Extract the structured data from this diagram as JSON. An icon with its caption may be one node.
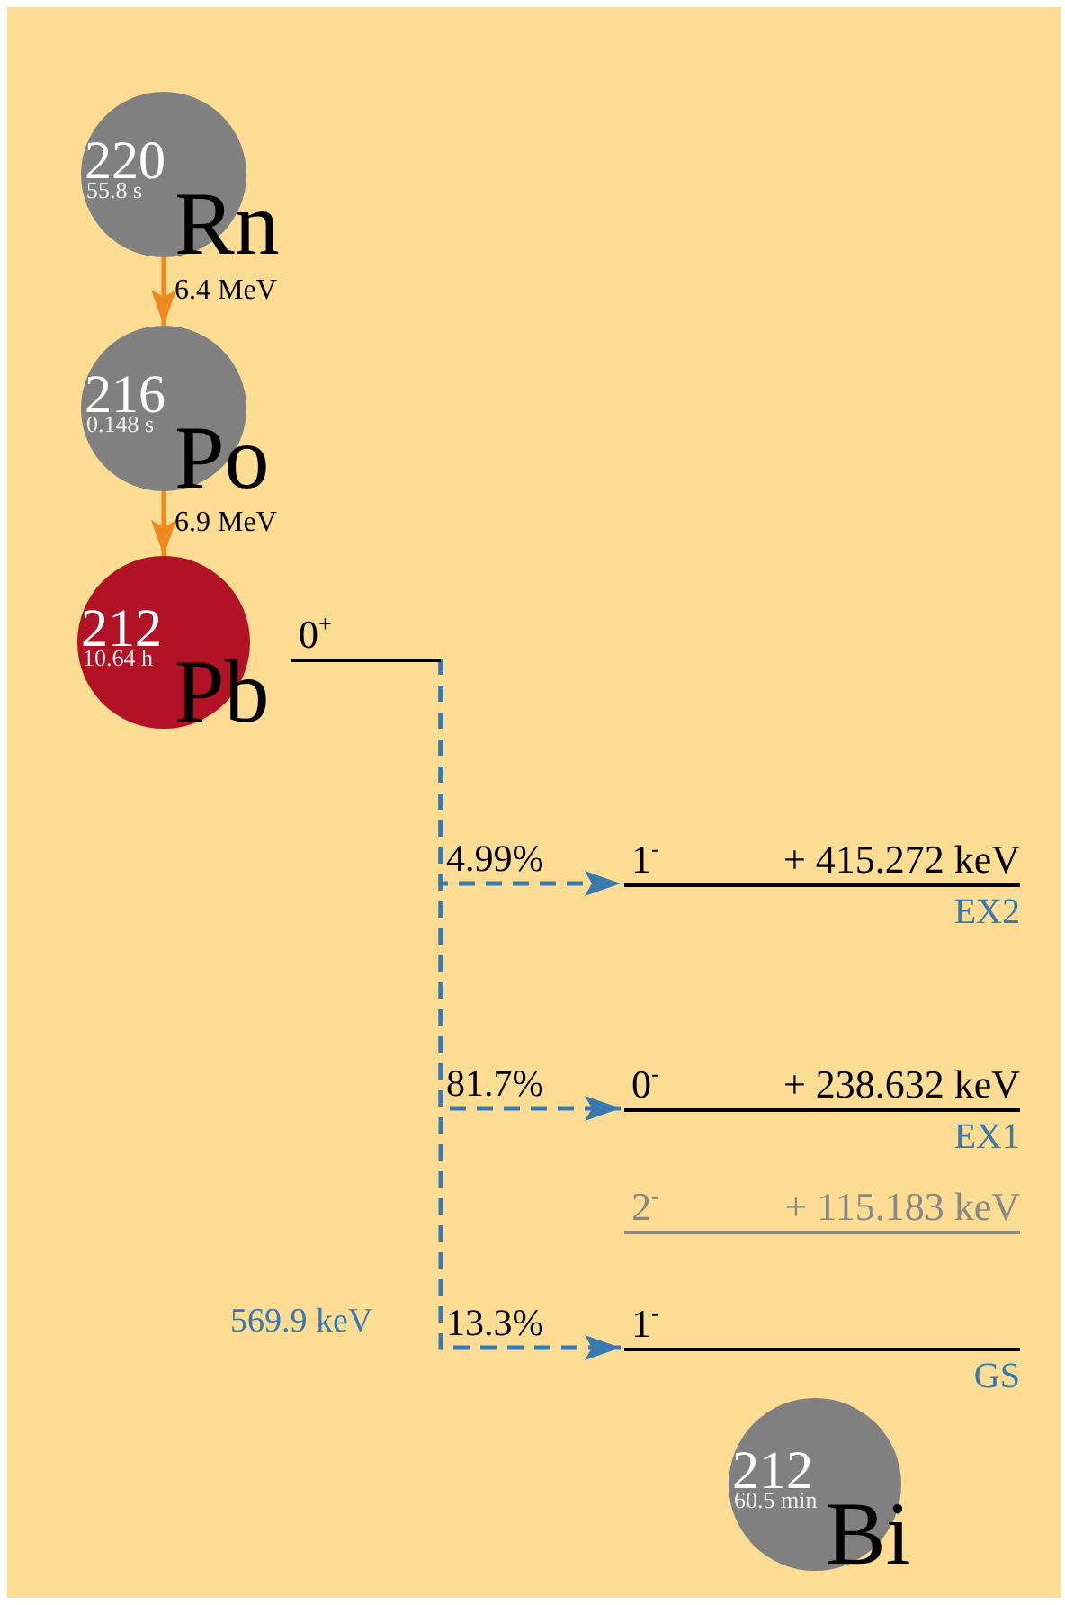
{
  "diagram": {
    "nodes": [
      {
        "text": [
          "220",
          "55.8 s",
          "Rn"
        ]
      },
      {
        "text": [
          "216",
          "0.148 s",
          "Po"
        ]
      },
      {
        "text": [
          "212",
          "10.64 h",
          "Pb"
        ]
      },
      {
        "text": [
          "0$^{+}$"
        ]
      },
      {
        "text": [
          "1$^{-}$",
          "+ 415.272 keV"
        ],
        "beside": [
          "EX2"
        ]
      },
      {
        "text": [
          "0$^{-}$",
          "+ 238.632 keV"
        ],
        "beside": [
          "EX1"
        ]
      },
      {
        "text": [
          "2$^{-}$",
          "+ 115.183 keV"
        ]
      },
      {
        "text": [
          "1$^{-}$"
        ],
        "beside": [
          "GS"
        ]
      },
      {
        "text": [
          "212",
          "60.5 min",
          "Bi"
        ]
      }
    ],
    "edges": [
      {
        "from": 0,
        "to": 1,
        "arrow": "to",
        "label": "6.4 MeV",
        "color": "#f08a1c"
      },
      {
        "from": 1,
        "to": 2,
        "arrow": "to",
        "label": "6.9 MeV",
        "color": "#f08a1c"
      },
      {
        "from": 3,
        "to": 4,
        "arrow": "to",
        "label": "4.99%",
        "style": "dashed",
        "color": "#3a78b0"
      },
      {
        "from": 3,
        "to": 5,
        "arrow": "to",
        "label": "81.7%",
        "style": "dashed",
        "color": "#3a78b0"
      },
      {
        "from": 3,
        "to": 7,
        "arrow": "to",
        "label": "13.3%",
        "style": "dashed",
        "color": "#3a78b0"
      }
    ],
    "labels": [
      "569.9 keV"
    ]
  }
}
